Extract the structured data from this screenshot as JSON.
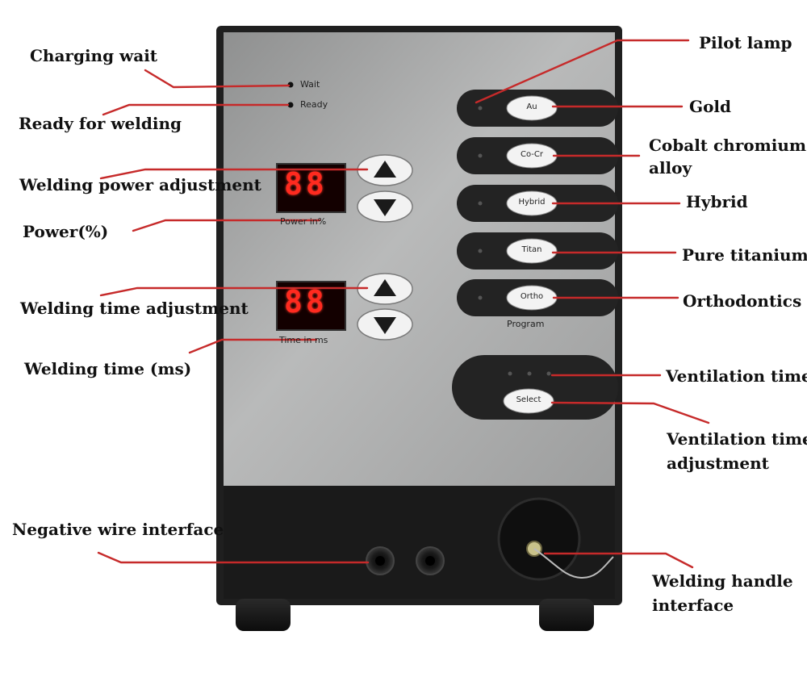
{
  "device": {
    "indicators": {
      "wait": "Wait",
      "ready": "Ready"
    },
    "displays": {
      "power": {
        "digits": "88",
        "caption": "Power  in%"
      },
      "time": {
        "digits": "88",
        "caption": "Time  in  ms"
      }
    },
    "programs": [
      {
        "key": "au",
        "label": "Au"
      },
      {
        "key": "cocr",
        "label": "Co-Cr"
      },
      {
        "key": "hybrid",
        "label": "Hybrid"
      },
      {
        "key": "titan",
        "label": "Titan"
      },
      {
        "key": "ortho",
        "label": "Ortho"
      }
    ],
    "program_caption": "Program",
    "select_label": "Select"
  },
  "callouts": {
    "charging_wait": "Charging wait",
    "ready_for_welding": "Ready for welding",
    "welding_power_adjustment": "Welding power adjustment",
    "power_percent": "Power(%)",
    "welding_time_adjustment": "Welding time adjustment",
    "welding_time_ms": "Welding time (ms)",
    "negative_wire_interface": "Negative wire interface",
    "pilot_lamp": "Pilot lamp",
    "gold": "Gold",
    "cobalt_chromium_line1": "Cobalt chromium",
    "cobalt_chromium_line2": "alloy",
    "hybrid": "Hybrid",
    "pure_titanium": "Pure titanium",
    "orthodontics": "Orthodontics",
    "ventilation_time": "Ventilation time",
    "ventilation_adjustment_line1": "Ventilation time",
    "ventilation_adjustment_line2": "adjustment",
    "welding_handle_line1": "Welding handle",
    "welding_handle_line2": "interface"
  },
  "colors": {
    "leader_line": "#c62a2a",
    "seven_segment": "#ff2a1f",
    "faceplate": "#a8a8a8",
    "housing": "#1e1e1e"
  }
}
